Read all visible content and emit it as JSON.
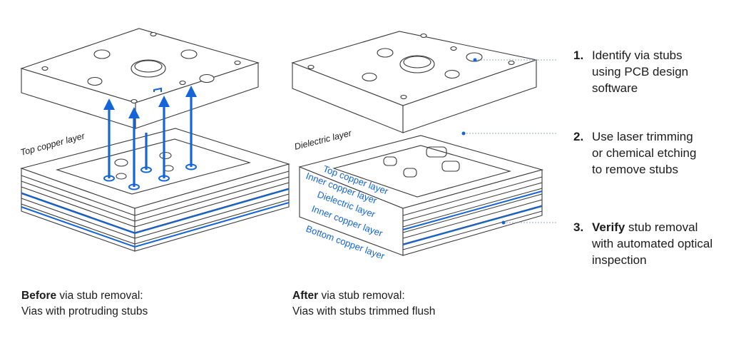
{
  "colors": {
    "accent": "#1565d8",
    "line": "#3a3a3a",
    "leader": "#9aa9bd"
  },
  "before": {
    "label": "Top copper layer",
    "caption_bold": "Before",
    "caption_rest": " via stub removal:",
    "caption_line2": "Vias with protruding stubs"
  },
  "after": {
    "dielectric_label": "Dielectric layer",
    "stack_labels": [
      "Top copper layer",
      "Inner copper layer",
      "Dielectric layer",
      "Inner copper layer",
      "Bottom copper layer"
    ],
    "caption_bold": "After",
    "caption_rest": " via stub removal:",
    "caption_line2": "Vias with stubs trimmed flush"
  },
  "steps": [
    {
      "num": "1.",
      "bold": "",
      "lines": [
        "Identify via stubs",
        "using PCB design",
        "software"
      ]
    },
    {
      "num": "2.",
      "bold": "",
      "lines": [
        "Use laser trimming",
        "or chemical etching",
        "to remove stubs"
      ]
    },
    {
      "num": "3.",
      "bold": "Verify",
      "lines": [
        " stub removal",
        "with automated optical",
        "inspection"
      ]
    }
  ],
  "icons": [
    "arrow-up-icon",
    "via-hole-icon",
    "leader-dot-icon"
  ]
}
